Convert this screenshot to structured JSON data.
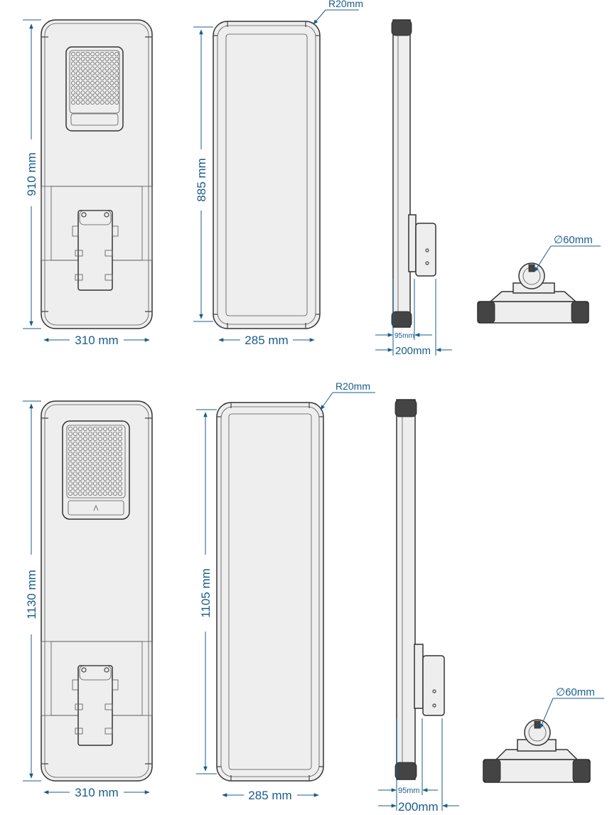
{
  "rows": [
    {
      "front": {
        "height_label": "910 mm",
        "width_label": "310 mm"
      },
      "back": {
        "height_label": "885 mm",
        "width_label": "285 mm",
        "radius_label": "R20mm"
      },
      "side": {
        "inner_label": "95mm",
        "outer_label": "200mm"
      },
      "end": {
        "diameter_label": "∅60mm"
      }
    },
    {
      "front": {
        "height_label": "1130 mm",
        "width_label": "310 mm"
      },
      "back": {
        "height_label": "1105 mm",
        "width_label": "285 mm",
        "radius_label": "R20mm"
      },
      "side": {
        "inner_label": "95mm",
        "outer_label": "200mm"
      },
      "end": {
        "diameter_label": "∅60mm"
      }
    }
  ],
  "colors": {
    "dimension": "#1a5c8c",
    "outline": "#333333"
  }
}
